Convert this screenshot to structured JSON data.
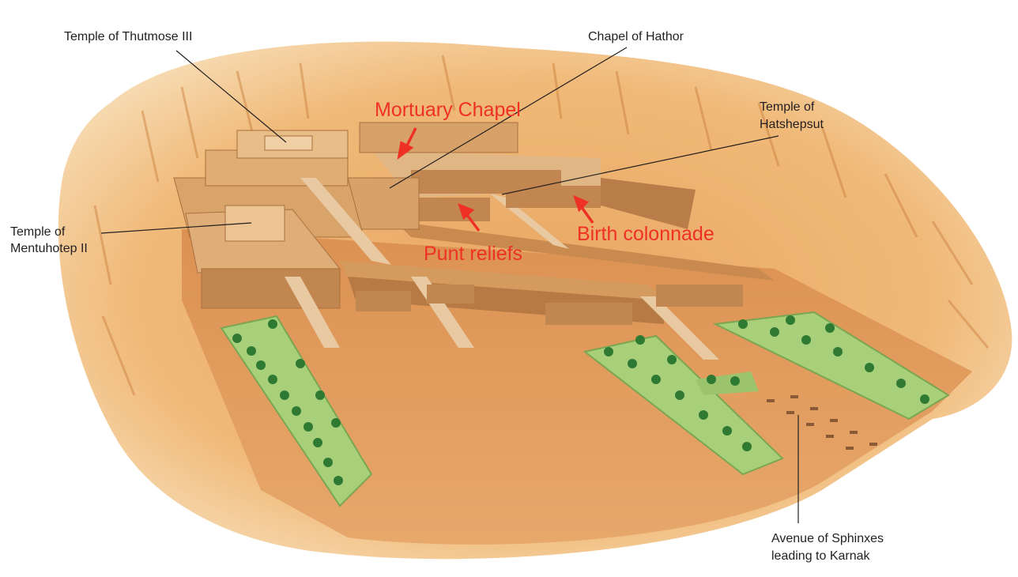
{
  "labels": {
    "thutmose": "Temple of Thutmose III",
    "hathor": "Chapel of Hathor",
    "hatshepsut_1": "Temple of",
    "hatshepsut_2": "Hatshepsut",
    "mentuhotep_1": "Temple of",
    "mentuhotep_2": "Mentuhotep II",
    "sphinx_1": "Avenue of Sphinxes",
    "sphinx_2": "leading to Karnak"
  },
  "annotations": {
    "mortuary": "Mortuary Chapel",
    "punt": "Punt reliefs",
    "birth": "Birth colonnade"
  },
  "colors": {
    "annotation": "#ee3124",
    "cliff": "#e0a05a",
    "ground": "#d98c4e",
    "structure": "#d9a46a",
    "garden": "#a8cf7a",
    "leader_line": "#231f20"
  }
}
